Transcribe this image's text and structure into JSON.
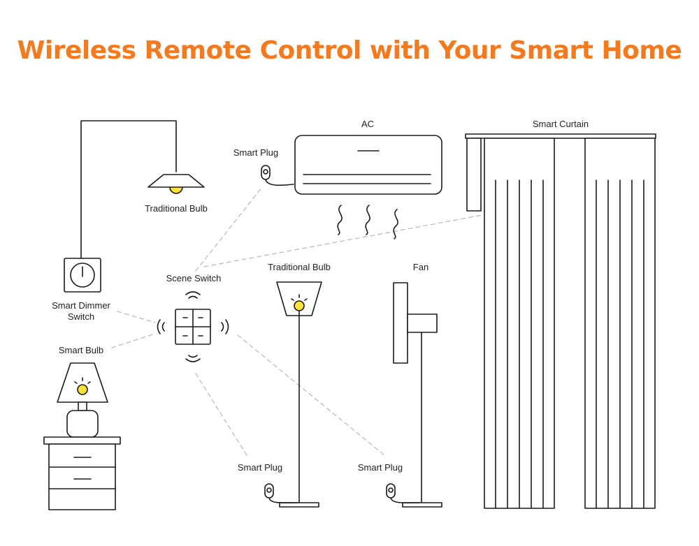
{
  "title": "Wireless Remote Control with Your Smart Home",
  "colors": {
    "accent": "#f47a1f",
    "bulb": "#ffe23a",
    "line": "#1a1a1a",
    "dashed": "#b8b8b8"
  },
  "labels": {
    "ac": "AC",
    "smart_curtain": "Smart Curtain",
    "smart_plug_ac": "Smart Plug",
    "traditional_bulb_ceiling": "Traditional Bulb",
    "scene_switch": "Scene Switch",
    "traditional_bulb_floor": "Traditional Bulb",
    "fan": "Fan",
    "smart_dimmer_switch": "Smart Dimmer\nSwitch",
    "smart_bulb": "Smart Bulb",
    "smart_plug_floor_lamp": "Smart Plug",
    "smart_plug_fan": "Smart Plug"
  }
}
